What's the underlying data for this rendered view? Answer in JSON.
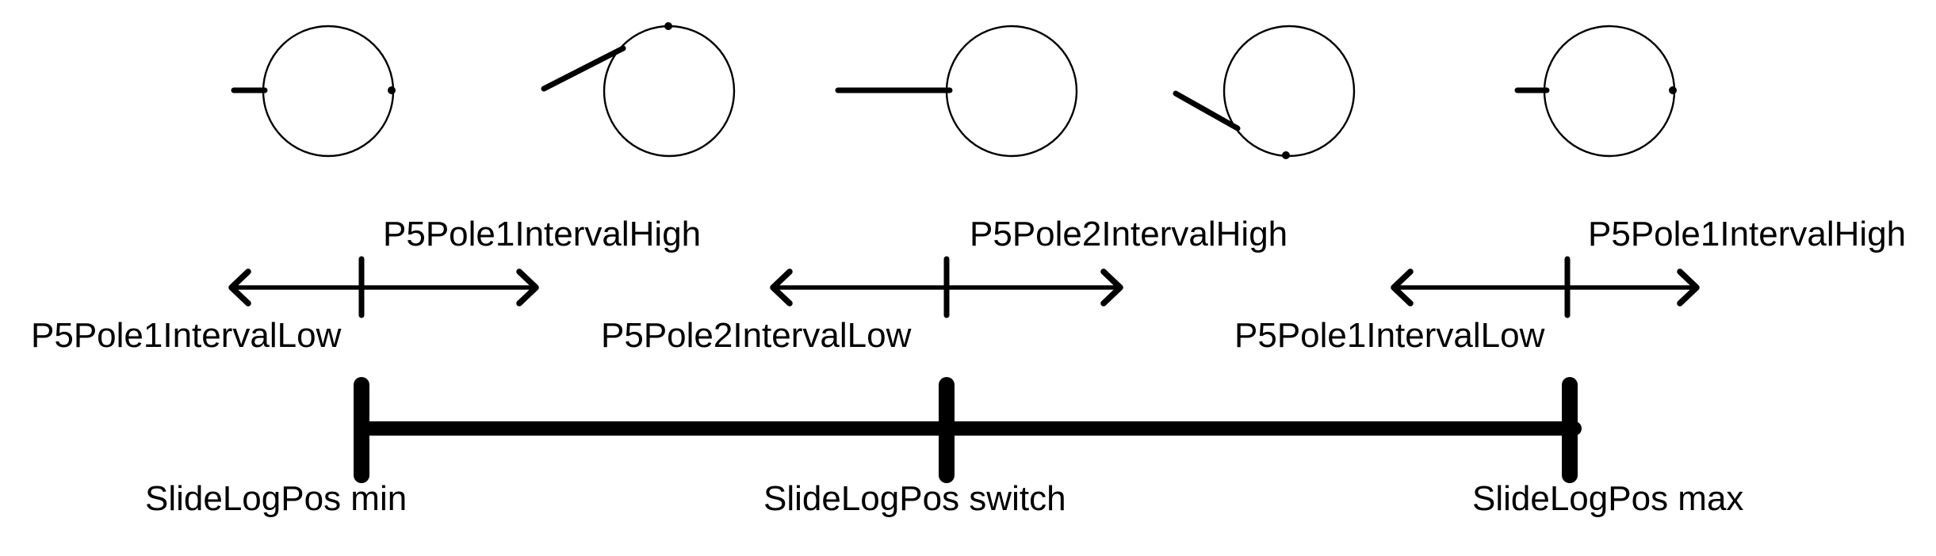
{
  "page": {
    "background_color": "#ffffff",
    "ink_color": "#000000"
  },
  "dials": [
    {
      "id": 1,
      "needle": "short-west",
      "marker_dot": "east"
    },
    {
      "id": 2,
      "needle": "down-left-from-upper-left-edge",
      "marker_dot": "north"
    },
    {
      "id": 3,
      "needle": "long-west",
      "marker_dot": "none-visible"
    },
    {
      "id": 4,
      "needle": "up-left-from-lower-left-edge",
      "marker_dot": "south"
    },
    {
      "id": 5,
      "needle": "short-west",
      "marker_dot": "east"
    }
  ],
  "interval_labels": {
    "high": [
      "P5Pole1IntervalHigh",
      "P5Pole2IntervalHigh",
      "P5Pole1IntervalHigh"
    ],
    "low": [
      "P5Pole1IntervalLow",
      "P5Pole2IntervalLow",
      "P5Pole1IntervalLow"
    ]
  },
  "slider_labels": [
    "SlideLogPos min",
    "SlideLogPos switch",
    "SlideLogPos max"
  ]
}
